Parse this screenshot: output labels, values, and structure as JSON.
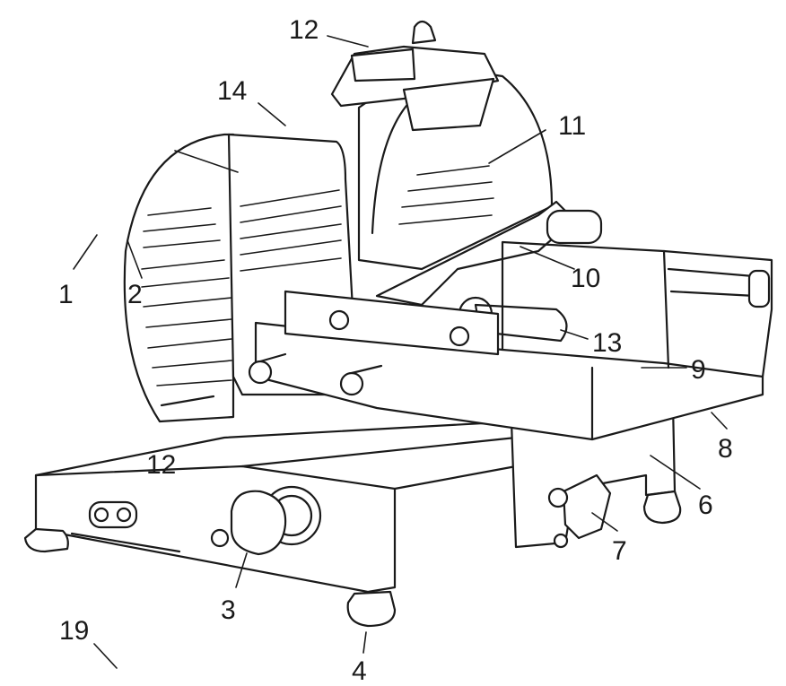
{
  "labels": {
    "l1": "1",
    "l2": "2",
    "l3": "3",
    "l4": "4",
    "l6": "6",
    "l7": "7",
    "l8": "8",
    "l9": "9",
    "l10": "10",
    "l11": "11",
    "l12_top": "12",
    "l12_base": "12",
    "l13": "13",
    "l14": "14",
    "l19": "19"
  }
}
